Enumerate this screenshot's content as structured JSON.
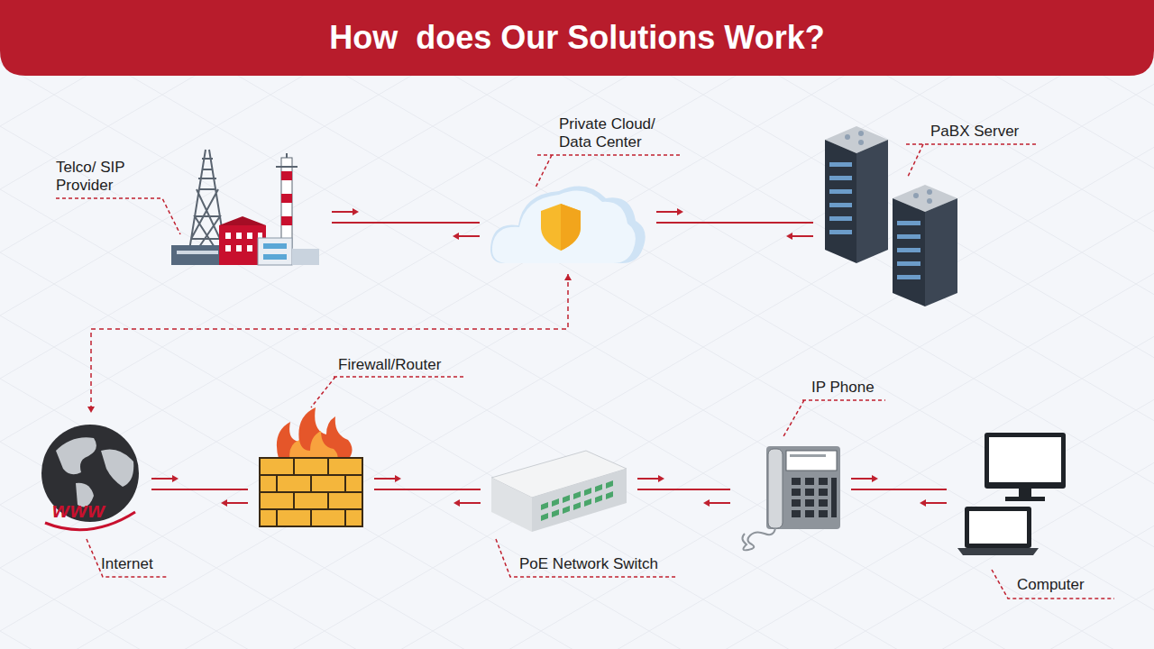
{
  "diagram": {
    "title": "How  does Our Solutions Work?",
    "nodes": [
      {
        "text": [
          "Telco/ SIP Provider"
        ]
      },
      {
        "text": [
          "Private Cloud/ Data Center"
        ]
      },
      {
        "text": [
          "PaBX Server"
        ]
      },
      {
        "text": [
          "Internet"
        ]
      },
      {
        "text": [
          "Firewall/Router"
        ]
      },
      {
        "text": [
          "PoE Network Switch"
        ]
      },
      {
        "text": [
          "IP Phone"
        ]
      },
      {
        "text": [
          "Computer"
        ]
      }
    ],
    "edges": [
      {
        "from": 0,
        "to": 1,
        "arrow": "both"
      },
      {
        "from": 1,
        "to": 2,
        "arrow": "both"
      },
      {
        "from": 1,
        "to": 3,
        "arrow": "both"
      },
      {
        "from": 3,
        "to": 4,
        "arrow": "both"
      },
      {
        "from": 4,
        "to": 5,
        "arrow": "both"
      },
      {
        "from": 5,
        "to": 6,
        "arrow": "both"
      },
      {
        "from": 6,
        "to": 7,
        "arrow": "both"
      }
    ],
    "labels": [
      "www"
    ]
  }
}
